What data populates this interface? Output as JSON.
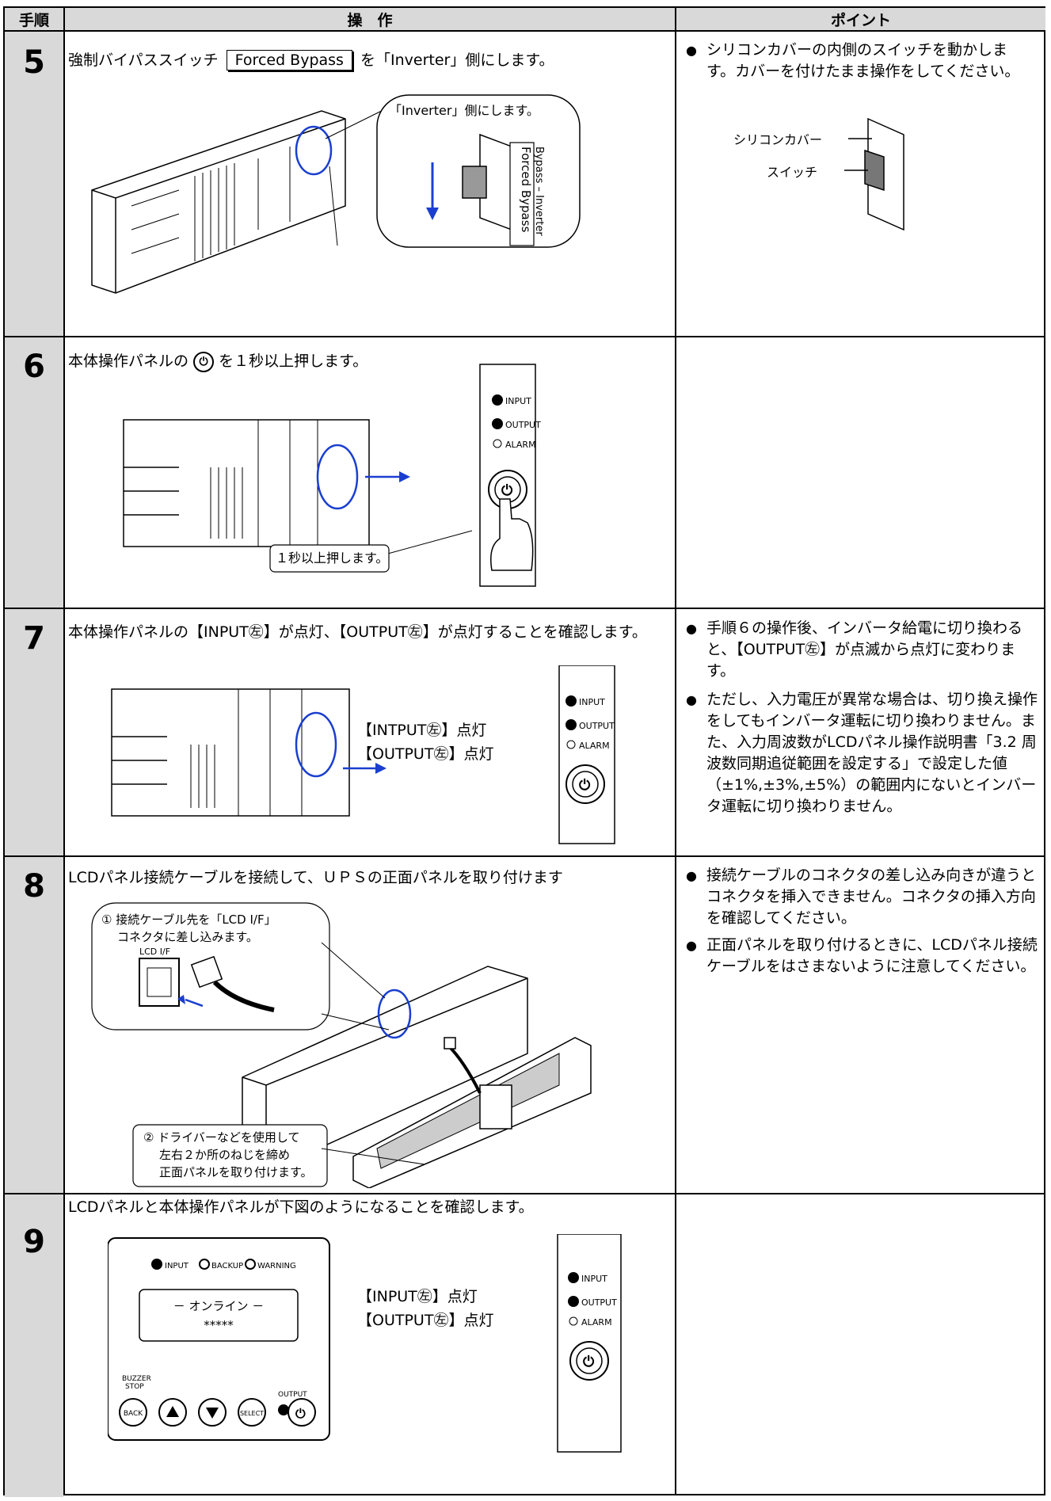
{
  "header": {
    "col_step": "手順",
    "col_operation": "操　作",
    "col_point": "ポイント"
  },
  "steps": [
    {
      "num": "5",
      "text_pre": "強制バイパススイッチ",
      "button_label": "Forced Bypass",
      "text_post": "を「Inverter」側にします。",
      "callout": "「Inverter」側にします。",
      "switch_label_1": "Forced Bypass",
      "switch_label_2": "Bypass – Inverter",
      "point_items": [
        "シリコンカバーの内側のスイッチを動かします。カバーを付けたまま操作をしてください。"
      ],
      "point_label_cover": "シリコンカバー",
      "point_label_switch": "スイッチ"
    },
    {
      "num": "6",
      "text_pre": "本体操作パネルの",
      "text_post": "を１秒以上押します。",
      "callout": "１秒以上押します。",
      "panel": {
        "input": "INPUT",
        "output": "OUTPUT",
        "alarm": "ALARM"
      }
    },
    {
      "num": "7",
      "text": "本体操作パネルの【INPUT㊧】が点灯、【OUTPUT㊧】が点灯することを確認します。",
      "status_1": "【INTPUT㊧】点灯",
      "status_2": "【OUTPUT㊧】点灯",
      "panel": {
        "input": "INPUT",
        "output": "OUTPUT",
        "alarm": "ALARM"
      },
      "point_items": [
        "手順６の操作後、インバータ給電に切り換わると、【OUTPUT㊧】が点滅から点灯に変わります。",
        "ただし、入力電圧が異常な場合は、切り換え操作をしてもインバータ運転に切り換わりません。また、入力周波数がLCDパネル操作説明書「3.2 周波数同期追従範囲を設定する」で設定した値（±1%,±3%,±5%）の範囲内にないとインバータ運転に切り換わりません。"
      ]
    },
    {
      "num": "8",
      "text": "LCDパネル接続ケーブルを接続して、ＵＰＳの正面パネルを取り付けます",
      "callout_1_line1": "① 接続ケーブル先を「LCD I/F」",
      "callout_1_line2": "コネクタに差し込みます。",
      "connector_label": "LCD I/F",
      "callout_2_line1": "② ドライバーなどを使用して",
      "callout_2_line2": "左右２か所のねじを締め",
      "callout_2_line3": "正面パネルを取り付けます。",
      "point_items": [
        "接続ケーブルのコネクタの差し込み向きが違うとコネクタを挿入できません。コネクタの挿入方向を確認してください。",
        "正面パネルを取り付けるときに、LCDパネル接続ケーブルをはさまないように注意してください。"
      ]
    },
    {
      "num": "9",
      "text": "LCDパネルと本体操作パネルが下図のようになることを確認します。",
      "lcd": {
        "input": "INPUT",
        "backup": "BACKUP",
        "warning": "WARNING",
        "line1": "－ オンライン －",
        "line2": "*****",
        "buzzer": "BUZZER",
        "stop": "STOP",
        "back": "BACK",
        "select": "SELECT",
        "output": "OUTPUT"
      },
      "status_1": "【INPUT㊧】点灯",
      "status_2": "【OUTPUT㊧】点灯",
      "panel": {
        "input": "INPUT",
        "output": "OUTPUT",
        "alarm": "ALARM"
      }
    }
  ]
}
